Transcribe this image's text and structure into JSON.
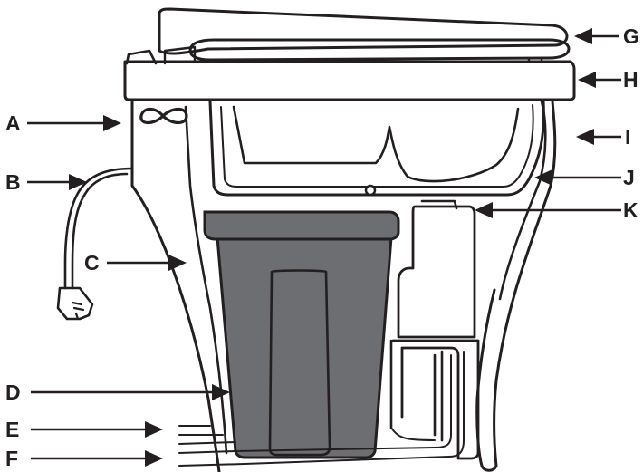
{
  "labels": {
    "a": "A",
    "b": "B",
    "c": "C",
    "d": "D",
    "e": "E",
    "f": "F",
    "g": "G",
    "h": "H",
    "i": "I",
    "j": "J",
    "k": "K"
  },
  "colors": {
    "ink": "#231f20",
    "bin": "#6d6e71",
    "background": "#ffffff"
  }
}
